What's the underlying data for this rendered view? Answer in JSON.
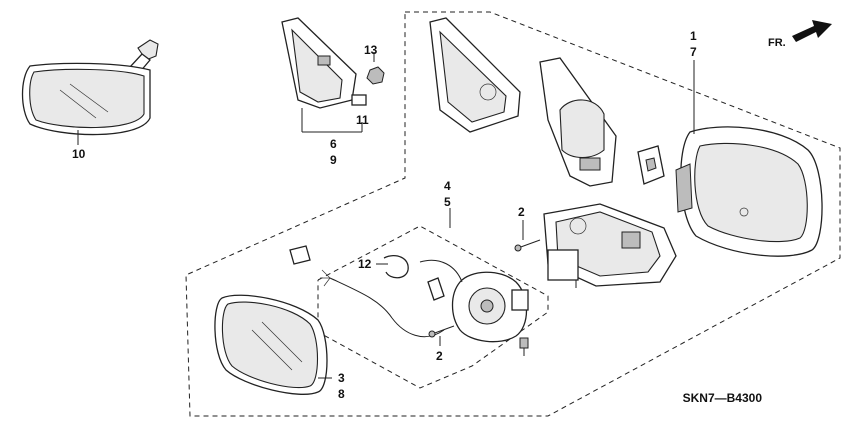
{
  "direction_label": "FR.",
  "diagram_code": "SKN7—B4300",
  "callouts": {
    "c1": "1",
    "c7": "7",
    "c13": "13",
    "c6": "6",
    "c9": "9",
    "c11": "11",
    "c10": "10",
    "c4": "4",
    "c5": "5",
    "c2a": "2",
    "c2b": "2",
    "c12": "12",
    "c3": "3",
    "c8": "8"
  }
}
